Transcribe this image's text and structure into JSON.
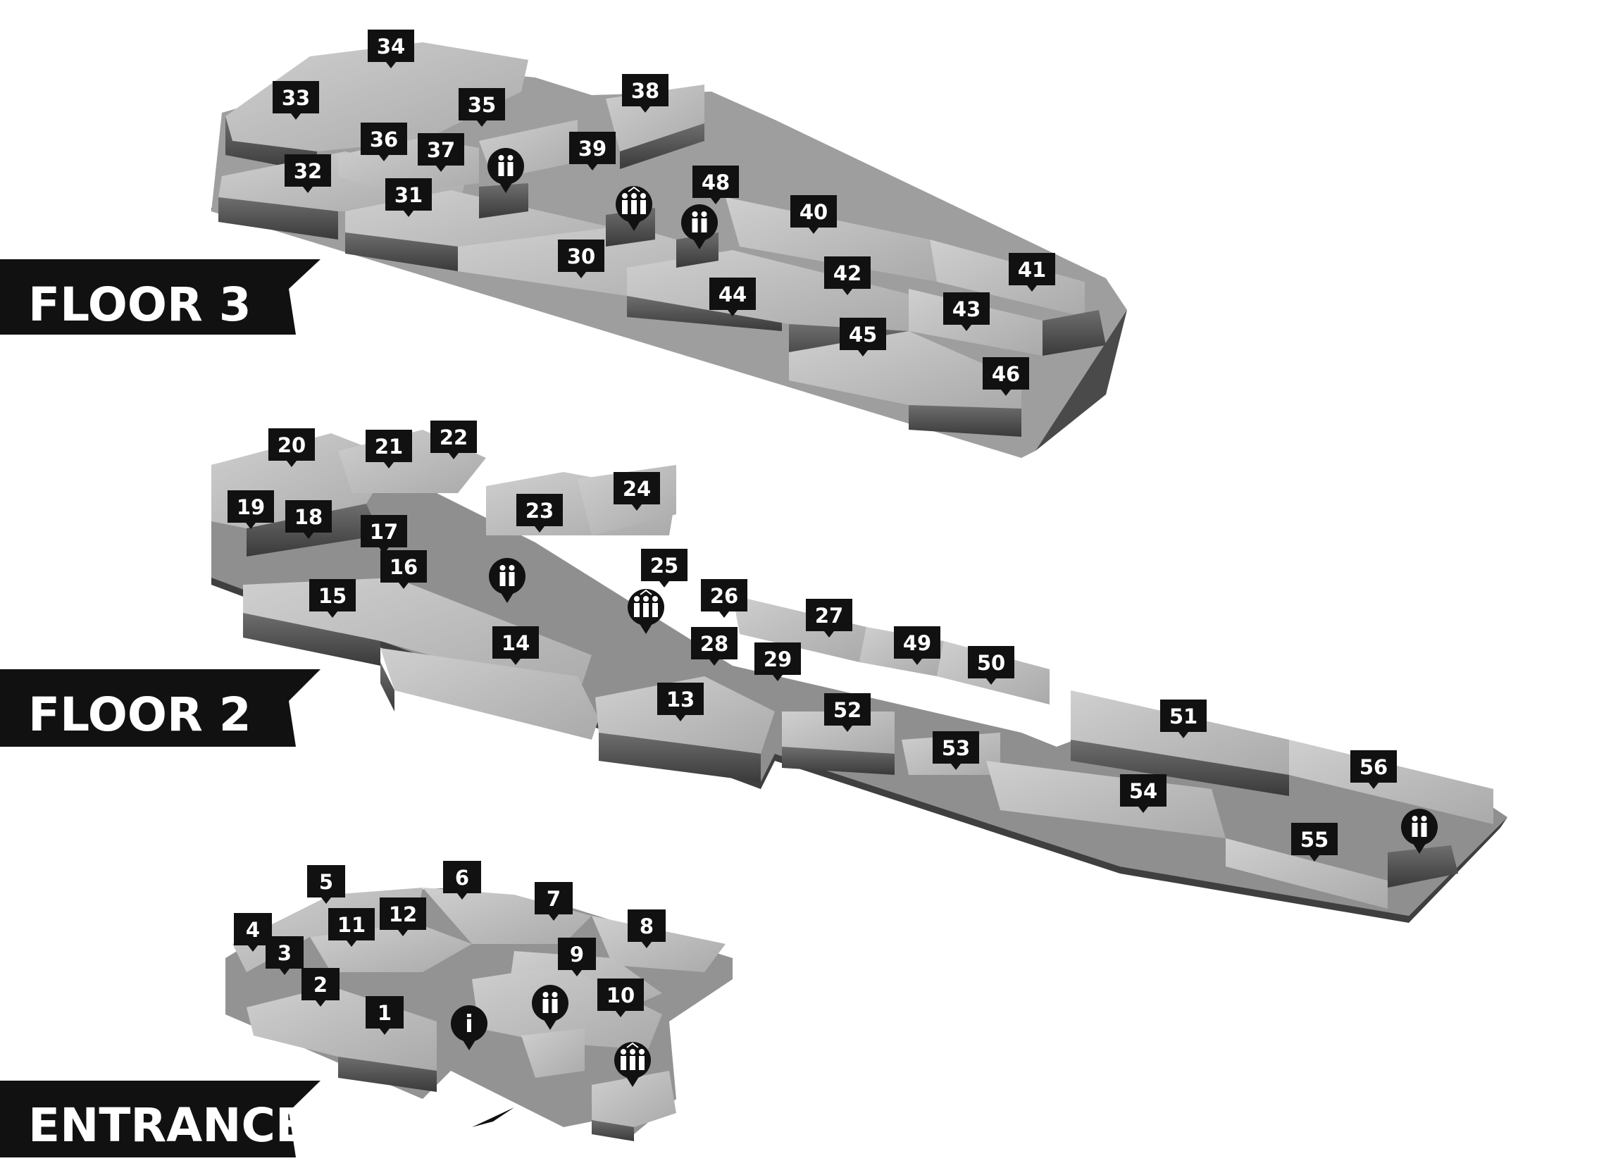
{
  "floors": [
    {
      "label": "FLOOR 3"
    },
    {
      "label": "FLOOR 2"
    },
    {
      "label": "ENTRANCE"
    }
  ],
  "shops": {
    "floor3": [
      "30",
      "31",
      "32",
      "33",
      "34",
      "35",
      "36",
      "37",
      "38",
      "39",
      "40",
      "41",
      "42",
      "43",
      "44",
      "45",
      "46",
      "48"
    ],
    "floor2": [
      "13",
      "14",
      "15",
      "16",
      "17",
      "18",
      "19",
      "20",
      "21",
      "22",
      "23",
      "24",
      "25",
      "26",
      "27",
      "28",
      "29",
      "49",
      "50",
      "51",
      "52",
      "53",
      "54",
      "55",
      "56"
    ],
    "entrance": [
      "1",
      "2",
      "3",
      "4",
      "5",
      "6",
      "7",
      "8",
      "9",
      "10",
      "11",
      "12"
    ]
  },
  "icons": [
    "restroom-icon",
    "elevator-icon",
    "stairs-icon",
    "info-icon",
    "entrance-arrow-icon"
  ],
  "colors": {
    "block_top": "#bdbdbd",
    "block_side": "#5a5a5a",
    "label_bg": "#111111",
    "banner_bg": "#111111"
  }
}
